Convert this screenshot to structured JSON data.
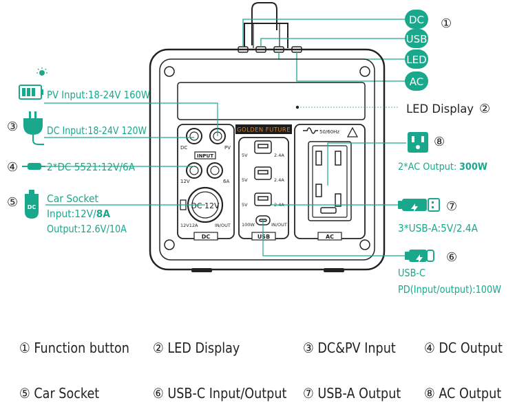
{
  "colors": {
    "accent": "#1aa88c",
    "outline": "#222222",
    "text_dark": "#222222"
  },
  "buttons": [
    {
      "label": "DC",
      "number": "①"
    },
    {
      "label": "USB",
      "number": ""
    },
    {
      "label": "LED",
      "number": ""
    },
    {
      "label": "AC",
      "number": ""
    }
  ],
  "callouts": {
    "pv_input": "PV Input:18-24V 160W",
    "dc_input_num": "③",
    "dc_input": "DC Input:18-24V 120W",
    "dc_output_num": "④",
    "dc_output": "2*DC 5521:12V/6A",
    "car_num": "⑤",
    "car_title": "Car Socket",
    "car_input_prefix": "Input:12V/",
    "car_input_value": "8A",
    "car_output": "Output:12.6V/10A",
    "led_display": "LED Display",
    "led_num": "②",
    "ac_num": "⑧",
    "ac_output_prefix": "2*AC Output:",
    "ac_output_value": "300W",
    "usba_num": "⑦",
    "usba_output": "3*USB-A:5V/2.4A",
    "usbc_num": "⑥",
    "usbc_title": "USB-C",
    "usbc_output": "PD(Input/output):100W"
  },
  "device": {
    "brand": "GOLDEN FUTURE",
    "panel_dc": "DC",
    "panel_usb": "USB",
    "panel_ac": "AC",
    "input_label": "INPUT",
    "port_dc": "DC",
    "port_pv": "PV",
    "port_12v": "12V",
    "port_6a": "6A",
    "car_socket_label": "DC 12V",
    "car_12v12a": "12V12A",
    "car_inout": "IN/OUT",
    "usb_5v_1": "5V",
    "usb_24a_1": "2.4A",
    "usb_5v_2": "5V",
    "usb_24a_2": "2.4A",
    "usb_5v_3": "5V",
    "usb_24a_3": "2.4A",
    "usbc_100w": "100W",
    "usbc_inout": "IN/OUT",
    "ac_freq": "50/60Hz"
  },
  "legend": [
    {
      "num": "①",
      "label": "Function button"
    },
    {
      "num": "②",
      "label": "LED Display"
    },
    {
      "num": "③",
      "label": "DC&PV Input"
    },
    {
      "num": "④",
      "label": "DC Output"
    },
    {
      "num": "⑤",
      "label": "Car Socket"
    },
    {
      "num": "⑥",
      "label": "USB-C Input/Output"
    },
    {
      "num": "⑦",
      "label": "USB-A Output"
    },
    {
      "num": "⑧",
      "label": "AC Output"
    }
  ]
}
